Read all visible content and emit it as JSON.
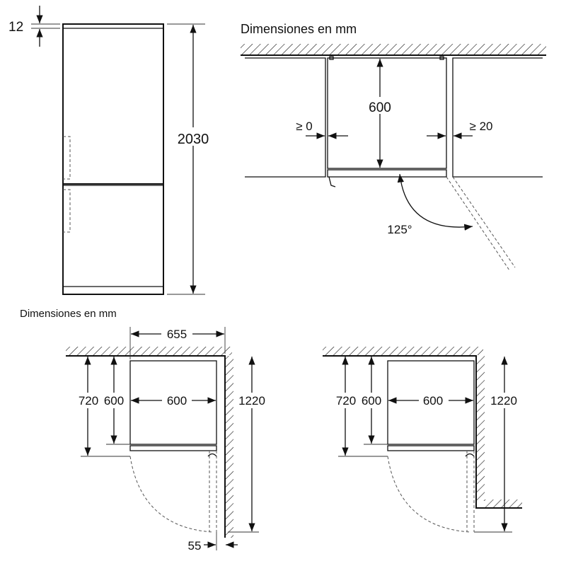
{
  "front_view": {
    "top_gap": "12",
    "height": "2030"
  },
  "top_plan": {
    "title": "Dimensiones en mm",
    "depth": "600",
    "left_gap": "≥ 0",
    "right_gap": "≥ 20",
    "door_angle": "125°"
  },
  "bottom_plans": {
    "title": "Dimensiones en mm",
    "left": {
      "width_with_door": "655",
      "depth_with_door": "720",
      "depth": "600",
      "width": "600",
      "swing_depth": "1220",
      "side_clearance": "55"
    },
    "right": {
      "depth_with_door": "720",
      "depth": "600",
      "width": "600",
      "swing_depth": "1220"
    }
  },
  "colors": {
    "line": "#111111",
    "background": "#ffffff"
  }
}
